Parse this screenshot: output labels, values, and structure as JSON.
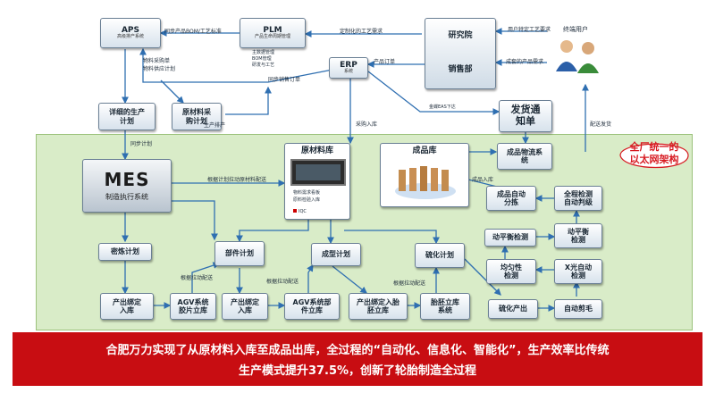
{
  "systems": {
    "aps_title": "APS",
    "aps_sub": "高级排产系统",
    "plm_title": "PLM",
    "plm_sub": "产品生命周期管理",
    "plm_notes": [
      "主数据管理",
      "BOM管理",
      "研发与工艺"
    ],
    "erp_title": "ERP",
    "erp_sub": "系统",
    "research": "研究院",
    "sales": "销售部",
    "users": "终端用户",
    "ship_notice_1": "发货通",
    "ship_notice_2": "知单",
    "aps_notes": [
      "物料采购单",
      "物料供应计划"
    ]
  },
  "plans": {
    "detailed_1": "详细的生产",
    "detailed_2": "计划",
    "raw_purchase_1": "原材料采",
    "raw_purchase_2": "购计划",
    "produce_client": "生产排产"
  },
  "mes": {
    "title": "MES",
    "subtitle": "制造执行系统"
  },
  "warehouses": {
    "raw_title": "原材料库",
    "raw_desc_1": "物料需求看板",
    "raw_desc_2": "原料检验入库",
    "iqc": "IQC",
    "product_title": "成品库",
    "product_logistics_1": "成品物流系",
    "product_logistics_2": "统"
  },
  "process": {
    "mixing_plan": "密炼计划",
    "parts_plan": "部件计划",
    "forming_plan": "成型计划",
    "curing_plan": "硫化计划",
    "out_bind_1": "产出绑定",
    "out_bind_2": "入库",
    "agv_rubber_1": "AGV系统",
    "agv_rubber_2": "胶片立库",
    "out_bind2_1": "产出绑定",
    "out_bind2_2": "入库",
    "agv_parts_1": "AGV系统部",
    "agv_parts_2": "件立库",
    "out_bind3_1": "产出绑定入胎",
    "out_bind3_2": "胚立库",
    "green_tire_1": "胎胚立库",
    "green_tire_2": "系统",
    "curing_out": "硫化产出",
    "auto_trim": "自动剪毛",
    "xray_1": "X光自动",
    "xray_2": "检测",
    "uniformity_1": "均匀性",
    "uniformity_2": "检测",
    "dyn_balance_1": "动平衡检测",
    "dyn_balance_2": "动平衡",
    "dyn_balance_3": "检测",
    "auto_sort_1": "成品自动",
    "auto_sort_2": "分拣",
    "full_check_1": "全程检测",
    "full_check_2": "自动判级"
  },
  "edge_labels": {
    "sync_bom": "同步产品BOM/工艺标准",
    "customized_req": "定制化的工艺需求",
    "user_req": "用户特定工艺要求",
    "product_order": "产品订单",
    "sync_sales": "同步销售订单",
    "stock_req": "成套的产品需求",
    "eas_down": "金蝶EAS下达",
    "purchase_in": "采购入库",
    "ship_config": "配送发货",
    "sync_plan": "同步计划",
    "material_dispatch": "根据计划拉动原材料配送",
    "product_in": "成品入库",
    "pull_mix": "根据拉动配送",
    "pull_parts": "根据拉动配送",
    "pull_form": "根据拉动配送"
  },
  "callout": {
    "line1": "全厂统一的",
    "line2": "以太网架构"
  },
  "banner": {
    "line1": "合肥万力实现了从原材料入库至成品出库，全过程的“自动化、信息化、智能化”，生产效率比传统",
    "line2": "生产模式提升37.5%，创新了轮胎制造全过程"
  },
  "colors": {
    "line": "#2f6fb1",
    "banner": "#c80d12",
    "zone": "#d9ecc8",
    "callout": "#d71920"
  }
}
